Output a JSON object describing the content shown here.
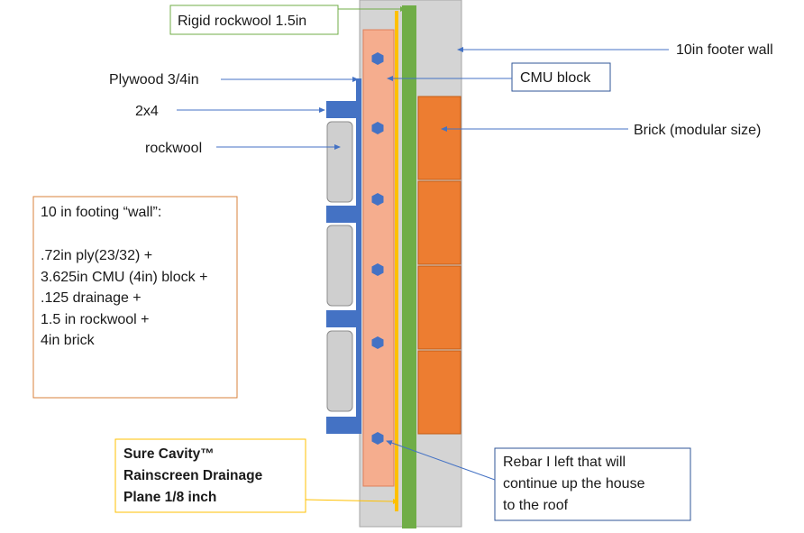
{
  "labels": {
    "rigid_rockwool": "Rigid rockwool 1.5in",
    "footer_wall": "10in footer wall",
    "plywood": "Plywood 3/4in",
    "cmu_block": "CMU block",
    "two_by_four": "2x4",
    "brick": "Brick (modular size)",
    "rockwool": "rockwool"
  },
  "footing_note": {
    "title": "10 in footing “wall”:",
    "lines": [
      ".72in ply(23/32) +",
      "3.625in CMU (4in) block +",
      ".125 drainage +",
      "1.5 in rockwool +",
      "4in brick"
    ]
  },
  "drainage_note": {
    "lines": [
      "Sure Cavity™",
      "Rainscreen Drainage",
      "Plane 1/8  inch"
    ]
  },
  "rebar_note": {
    "lines": [
      "Rebar I left that will",
      "continue up the house",
      "to the roof"
    ]
  },
  "colors": {
    "footer_wall": "#d4d4d4",
    "cmu_block": "#f5ad8e",
    "rockwool_rigid": "#70ad47",
    "brick": "#ed7d31",
    "stud": "#4472c4",
    "plywood": "#4472c4",
    "rebar": "#4472c4",
    "drainage_plane": "#ffc000",
    "box_orange": "#d9823b",
    "box_green": "#70ad47",
    "box_blue": "#2f5597",
    "box_yellow": "#ffc000"
  }
}
